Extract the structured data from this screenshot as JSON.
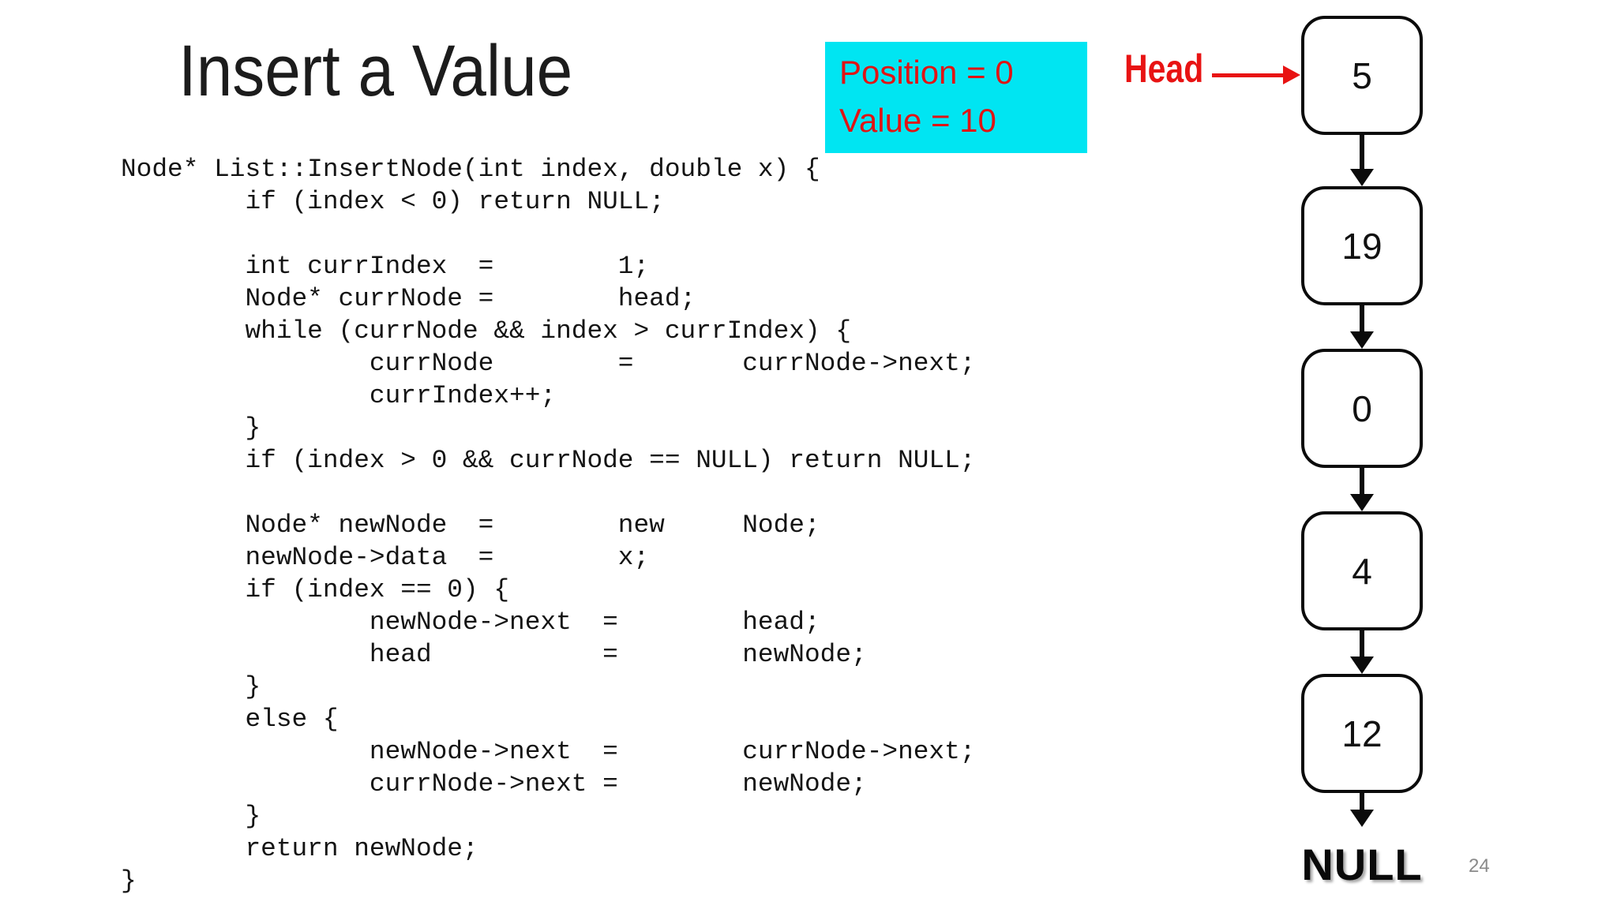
{
  "slide": {
    "title": "Insert a Value",
    "page_number": "24"
  },
  "callout": {
    "lines": [
      "Position = 0",
      "Value = 10"
    ],
    "bg_color": "#00E5F2",
    "text_color": "#E01414"
  },
  "code": {
    "lines": [
      "Node* List::InsertNode(int index, double x) {",
      "        if (index < 0) return NULL;",
      "",
      "        int currIndex  =        1;",
      "        Node* currNode =        head;",
      "        while (currNode && index > currIndex) {",
      "                currNode        =       currNode->next;",
      "                currIndex++;",
      "        }",
      "        if (index > 0 && currNode == NULL) return NULL;",
      "",
      "        Node* newNode  =        new     Node;",
      "        newNode->data  =        x;",
      "        if (index == 0) {",
      "                newNode->next  =        head;",
      "                head           =        newNode;",
      "        }",
      "        else {",
      "                newNode->next  =        currNode->next;",
      "                currNode->next =        newNode;",
      "        }",
      "        return newNode;",
      "}"
    ]
  },
  "list": {
    "head_label": "Head",
    "nodes": [
      "5",
      "19",
      "0",
      "4",
      "12"
    ],
    "terminator": "NULL",
    "arrow_color": "#0b0b0b",
    "head_color": "#E81313"
  }
}
